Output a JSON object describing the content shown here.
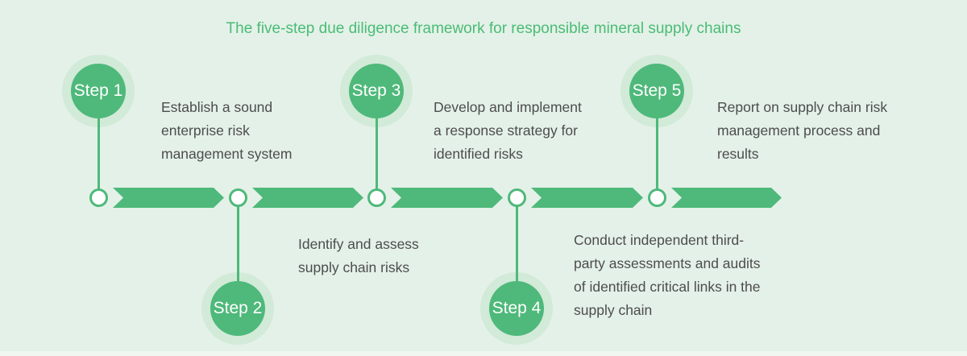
{
  "title": "The five-step due diligence framework for responsible mineral supply chains",
  "steps": [
    {
      "label": "Step 1",
      "description": [
        "Establish a sound",
        "enterprise risk",
        "management system"
      ]
    },
    {
      "label": "Step 2",
      "description": [
        "Identify and assess",
        "supply chain risks"
      ]
    },
    {
      "label": "Step 3",
      "description": [
        "Develop and implement",
        "a response strategy for",
        "identified risks"
      ]
    },
    {
      "label": "Step 4",
      "description": [
        "Conduct independent third-",
        "party assessments and audits",
        "of identified critical links in the",
        "supply chain"
      ]
    },
    {
      "label": "Step 5",
      "description": [
        "Report on supply chain risk",
        "management process and",
        "results"
      ]
    }
  ],
  "colors": {
    "background": "#e4f1e8",
    "accent": "#4eb97a",
    "halo": "#d2ead8",
    "title": "#4abc75",
    "text": "#4d4d4d",
    "node_fill": "#ffffff",
    "footer": "#eff7f0"
  }
}
